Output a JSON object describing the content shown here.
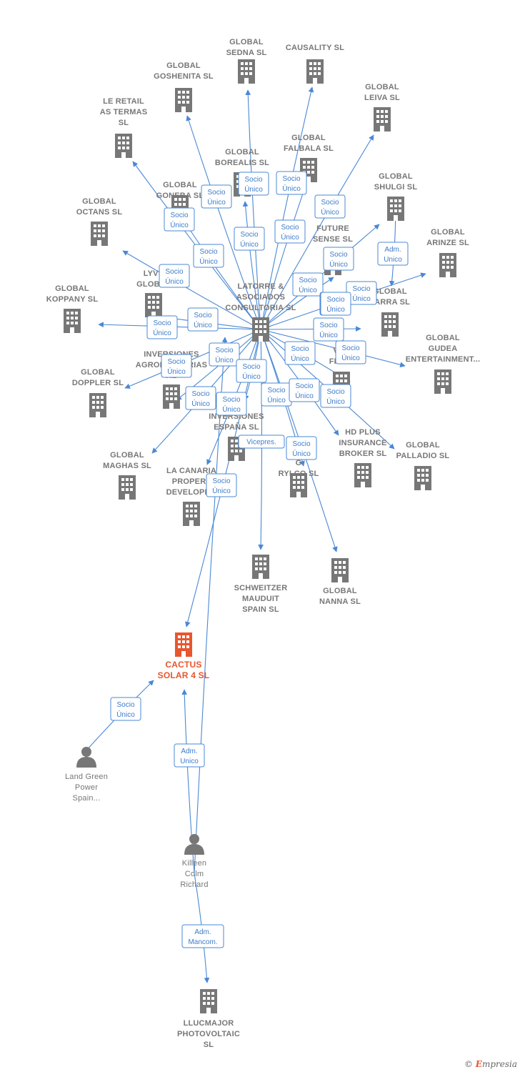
{
  "colors": {
    "edge": "#4a88d4",
    "building": "#777777",
    "main": "#e8552f",
    "person": "#777777"
  },
  "nodes": [
    {
      "id": "sedna",
      "type": "company",
      "lines": [
        "GLOBAL",
        "SEDNA  SL"
      ]
    },
    {
      "id": "causality",
      "type": "company",
      "lines": [
        "CAUSALITY  SL"
      ]
    },
    {
      "id": "goshenita",
      "type": "company",
      "lines": [
        "GLOBAL",
        "GOSHENITA SL"
      ]
    },
    {
      "id": "leiva",
      "type": "company",
      "lines": [
        "GLOBAL",
        "LEIVA  SL"
      ]
    },
    {
      "id": "retail",
      "type": "company",
      "lines": [
        "LE RETAIL",
        "AS TERMAS",
        "SL"
      ]
    },
    {
      "id": "falbala",
      "type": "company",
      "lines": [
        "GLOBAL",
        "FALBALA  SL"
      ]
    },
    {
      "id": "borealis",
      "type": "company",
      "lines": [
        "GLOBAL",
        "BOREALIS  SL"
      ]
    },
    {
      "id": "shulgi",
      "type": "company",
      "lines": [
        "GLOBAL",
        "SHULGI  SL"
      ]
    },
    {
      "id": "goneba",
      "type": "company",
      "lines": [
        "GLOBAL",
        "GONEBA  SL"
      ]
    },
    {
      "id": "octans",
      "type": "company",
      "lines": [
        "GLOBAL",
        "OCTANS  SL"
      ]
    },
    {
      "id": "arinze",
      "type": "company",
      "lines": [
        "GLOBAL",
        "ARINZE  SL"
      ]
    },
    {
      "id": "future",
      "type": "company",
      "lines": [
        "FUTURE",
        "SENSE  SL"
      ]
    },
    {
      "id": "lyve",
      "type": "company",
      "lines": [
        "LYVE",
        "GLOBAL"
      ]
    },
    {
      "id": "kozppany",
      "type": "company",
      "lines": [
        "GLOBAL",
        "KOPPANY  SL"
      ]
    },
    {
      "id": "latorre",
      "type": "company",
      "lines": [
        "LATORRE &",
        "ASOCIADOS",
        "CONSULTORIA SL"
      ]
    },
    {
      "id": "farra",
      "type": "company",
      "lines": [
        "GLOBAL",
        "FARRA  SL"
      ]
    },
    {
      "id": "gudea",
      "type": "company",
      "lines": [
        "GLOBAL",
        "GUDEA",
        "ENTERTAINMENT..."
      ]
    },
    {
      "id": "agro",
      "type": "company",
      "lines": [
        "INVERSIONES",
        "AGROPECUARIAS",
        "AL"
      ]
    },
    {
      "id": "venture",
      "type": "company",
      "lines": [
        "VEN",
        "FINAN"
      ]
    },
    {
      "id": "doppler",
      "type": "company",
      "lines": [
        "GLOBAL",
        "DOPPLER  SL"
      ]
    },
    {
      "id": "inversiones",
      "type": "company",
      "lines": [
        "D",
        "INVERSIONES",
        "ESPAÑA  SL"
      ]
    },
    {
      "id": "hdplus",
      "type": "company",
      "lines": [
        "HD PLUS",
        "INSURANCE",
        "BROKER  SL"
      ]
    },
    {
      "id": "palladio",
      "type": "company",
      "lines": [
        "GLOBAL",
        "PALLADIO  SL"
      ]
    },
    {
      "id": "maghas",
      "type": "company",
      "lines": [
        "GLOBAL",
        "MAGHAS  SL"
      ]
    },
    {
      "id": "canaria",
      "type": "company",
      "lines": [
        "LA CANARIA",
        "PROPERT",
        "DEVELOPME"
      ]
    },
    {
      "id": "rylco",
      "type": "company",
      "lines": [
        "G",
        "RYLCO  SL"
      ]
    },
    {
      "id": "schweitzer",
      "type": "company",
      "lines": [
        "SCHWEITZER",
        "MAUDUIT",
        "SPAIN SL"
      ]
    },
    {
      "id": "nanna",
      "type": "company",
      "lines": [
        "GLOBAL",
        "NANNA  SL"
      ]
    },
    {
      "id": "cactus",
      "type": "main",
      "lines": [
        "CACTUS",
        "SOLAR 4  SL"
      ]
    },
    {
      "id": "landgreen",
      "type": "person",
      "lines": [
        "Land Green",
        "Power",
        "Spain..."
      ]
    },
    {
      "id": "killeen",
      "type": "person",
      "lines": [
        "Killeen",
        "Colm",
        "Richard"
      ]
    },
    {
      "id": "llucmajor",
      "type": "company",
      "lines": [
        "LLUCMAJOR",
        "PHOTOVOLTAIC",
        "SL"
      ]
    }
  ],
  "badges": [
    {
      "id": "b1",
      "lines": [
        "Socio",
        "Único"
      ]
    },
    {
      "id": "b2",
      "lines": [
        "Socio",
        "Único"
      ]
    },
    {
      "id": "b3",
      "lines": [
        "Socio",
        "Único"
      ]
    },
    {
      "id": "b4",
      "lines": [
        "Socio",
        "Único"
      ]
    },
    {
      "id": "b5",
      "lines": [
        "Socio",
        "Único"
      ]
    },
    {
      "id": "b6",
      "lines": [
        "Socio",
        "Único"
      ]
    },
    {
      "id": "b7",
      "lines": [
        "Socio",
        "Único"
      ]
    },
    {
      "id": "b8",
      "lines": [
        "Socio",
        "Único"
      ]
    },
    {
      "id": "b9",
      "lines": [
        "Socio",
        "Único"
      ]
    },
    {
      "id": "b10",
      "lines": [
        "Socio",
        "Único"
      ]
    },
    {
      "id": "b11",
      "lines": [
        "Socio",
        "Único"
      ]
    },
    {
      "id": "b12",
      "lines": [
        "Socio",
        "Único"
      ]
    },
    {
      "id": "b13",
      "lines": [
        "Socio",
        "Único"
      ]
    },
    {
      "id": "b14",
      "lines": [
        "Socio",
        "Único"
      ]
    },
    {
      "id": "b15",
      "lines": [
        "Socio",
        "Único"
      ]
    },
    {
      "id": "b16",
      "lines": [
        "Adm.",
        "Unico"
      ]
    },
    {
      "id": "b17",
      "lines": [
        "Socio",
        "Único"
      ]
    },
    {
      "id": "b18",
      "lines": [
        "Socio",
        "Único"
      ]
    },
    {
      "id": "b19",
      "lines": [
        "Socio",
        "Único"
      ]
    },
    {
      "id": "b20",
      "lines": [
        "Socio",
        "Único"
      ]
    },
    {
      "id": "b21",
      "lines": [
        "Socio",
        "Único"
      ]
    },
    {
      "id": "b22",
      "lines": [
        "Socio",
        "Único"
      ]
    },
    {
      "id": "b23",
      "lines": [
        "Socio",
        "Único"
      ]
    },
    {
      "id": "b24",
      "lines": [
        "Socio",
        "Único"
      ]
    },
    {
      "id": "b25",
      "lines": [
        "Socio",
        "Único"
      ]
    },
    {
      "id": "b26",
      "lines": [
        "Socio",
        "Único"
      ]
    },
    {
      "id": "b27",
      "lines": [
        "Socio",
        "Único"
      ]
    },
    {
      "id": "b28",
      "lines": [
        "Socio",
        "Único"
      ]
    },
    {
      "id": "b29",
      "lines": [
        "Vicepres."
      ]
    },
    {
      "id": "b30",
      "lines": [
        "Socio",
        "Único"
      ]
    },
    {
      "id": "b31",
      "lines": [
        "Socio",
        "Único"
      ]
    },
    {
      "id": "b32",
      "lines": [
        "Socio",
        "Único"
      ]
    },
    {
      "id": "b33",
      "lines": [
        "Adm.",
        "Unico"
      ]
    },
    {
      "id": "b34",
      "lines": [
        "Adm.",
        "Mancom."
      ]
    }
  ],
  "footer": {
    "copyright": "©",
    "brand_initial": "E",
    "brand_rest": "mpresia"
  }
}
